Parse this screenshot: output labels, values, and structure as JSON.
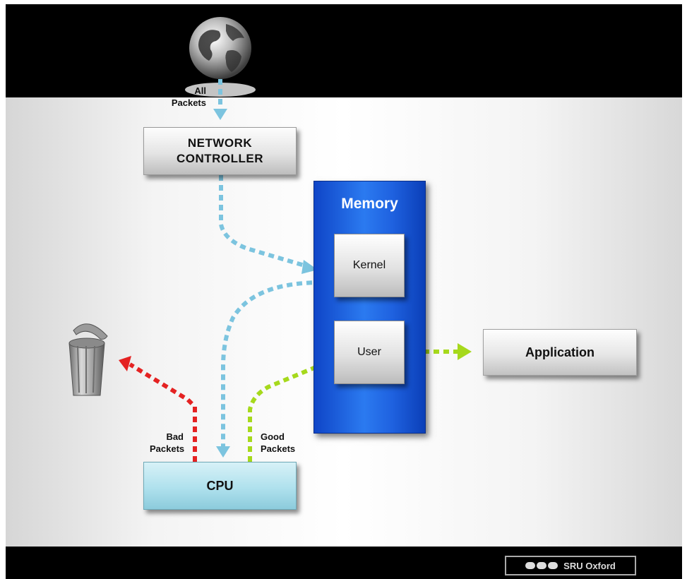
{
  "labels": {
    "all_packets": [
      "All",
      "Packets"
    ],
    "bad_packets": [
      "Bad",
      "Packets"
    ],
    "good_packets": [
      "Good",
      "Packets"
    ]
  },
  "boxes": {
    "network_controller": [
      "NETWORK",
      "CONTROLLER"
    ],
    "memory": "Memory",
    "kernel": "Kernel",
    "user": "User",
    "application": "Application",
    "cpu": "CPU"
  },
  "footer": {
    "logo_text": "SRU Oxford"
  },
  "colors": {
    "flow_blue": "#7cc4df",
    "flow_red": "#e42222",
    "flow_green": "#a6d91c",
    "memory_blue": "#1f62e0"
  },
  "icons": [
    "globe-icon",
    "trash-can-icon"
  ]
}
